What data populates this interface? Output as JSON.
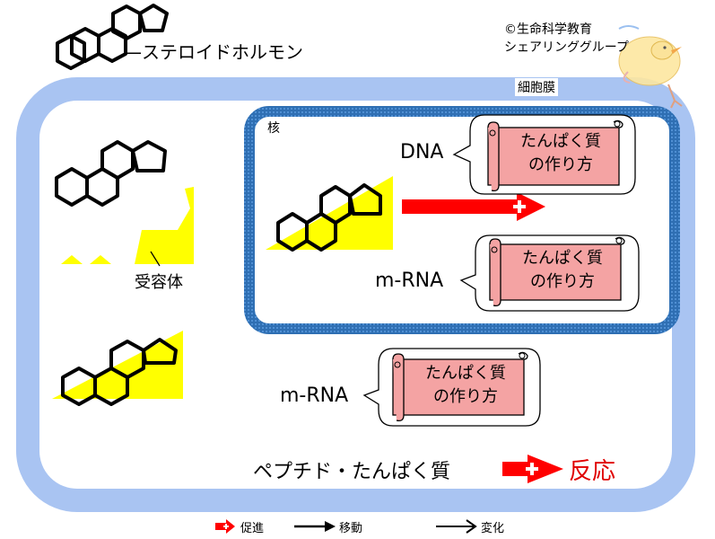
{
  "header": {
    "steroid_label": "—ステロイドホルモン",
    "copyright_line1": "©生命科学教育",
    "copyright_line2": "シェアリンググループ"
  },
  "cell": {
    "membrane_label": "細胞膜",
    "receptor_label": "受容体",
    "nucleus_label": "核"
  },
  "nucleus": {
    "dna_label": "DNA",
    "mrna_label": "m-RNA",
    "scroll_text_line1": "たんぱく質",
    "scroll_text_line2": "の作り方"
  },
  "cytoplasm": {
    "mrna_label": "m-RNA",
    "scroll_text_line1": "たんぱく質",
    "scroll_text_line2": "の作り方",
    "product_label": "ペプチド・たんぱく質",
    "reaction_label": "反応"
  },
  "legend": {
    "promote": "促進",
    "move": "移動",
    "change": "変化"
  },
  "colors": {
    "membrane": "#a9c4f2",
    "nucleus_border": "#2f6fb3",
    "receptor": "#ffff00",
    "scroll_fill": "#f4a3a3",
    "promote_arrow": "#ff0000",
    "reaction_text": "#e00000"
  }
}
